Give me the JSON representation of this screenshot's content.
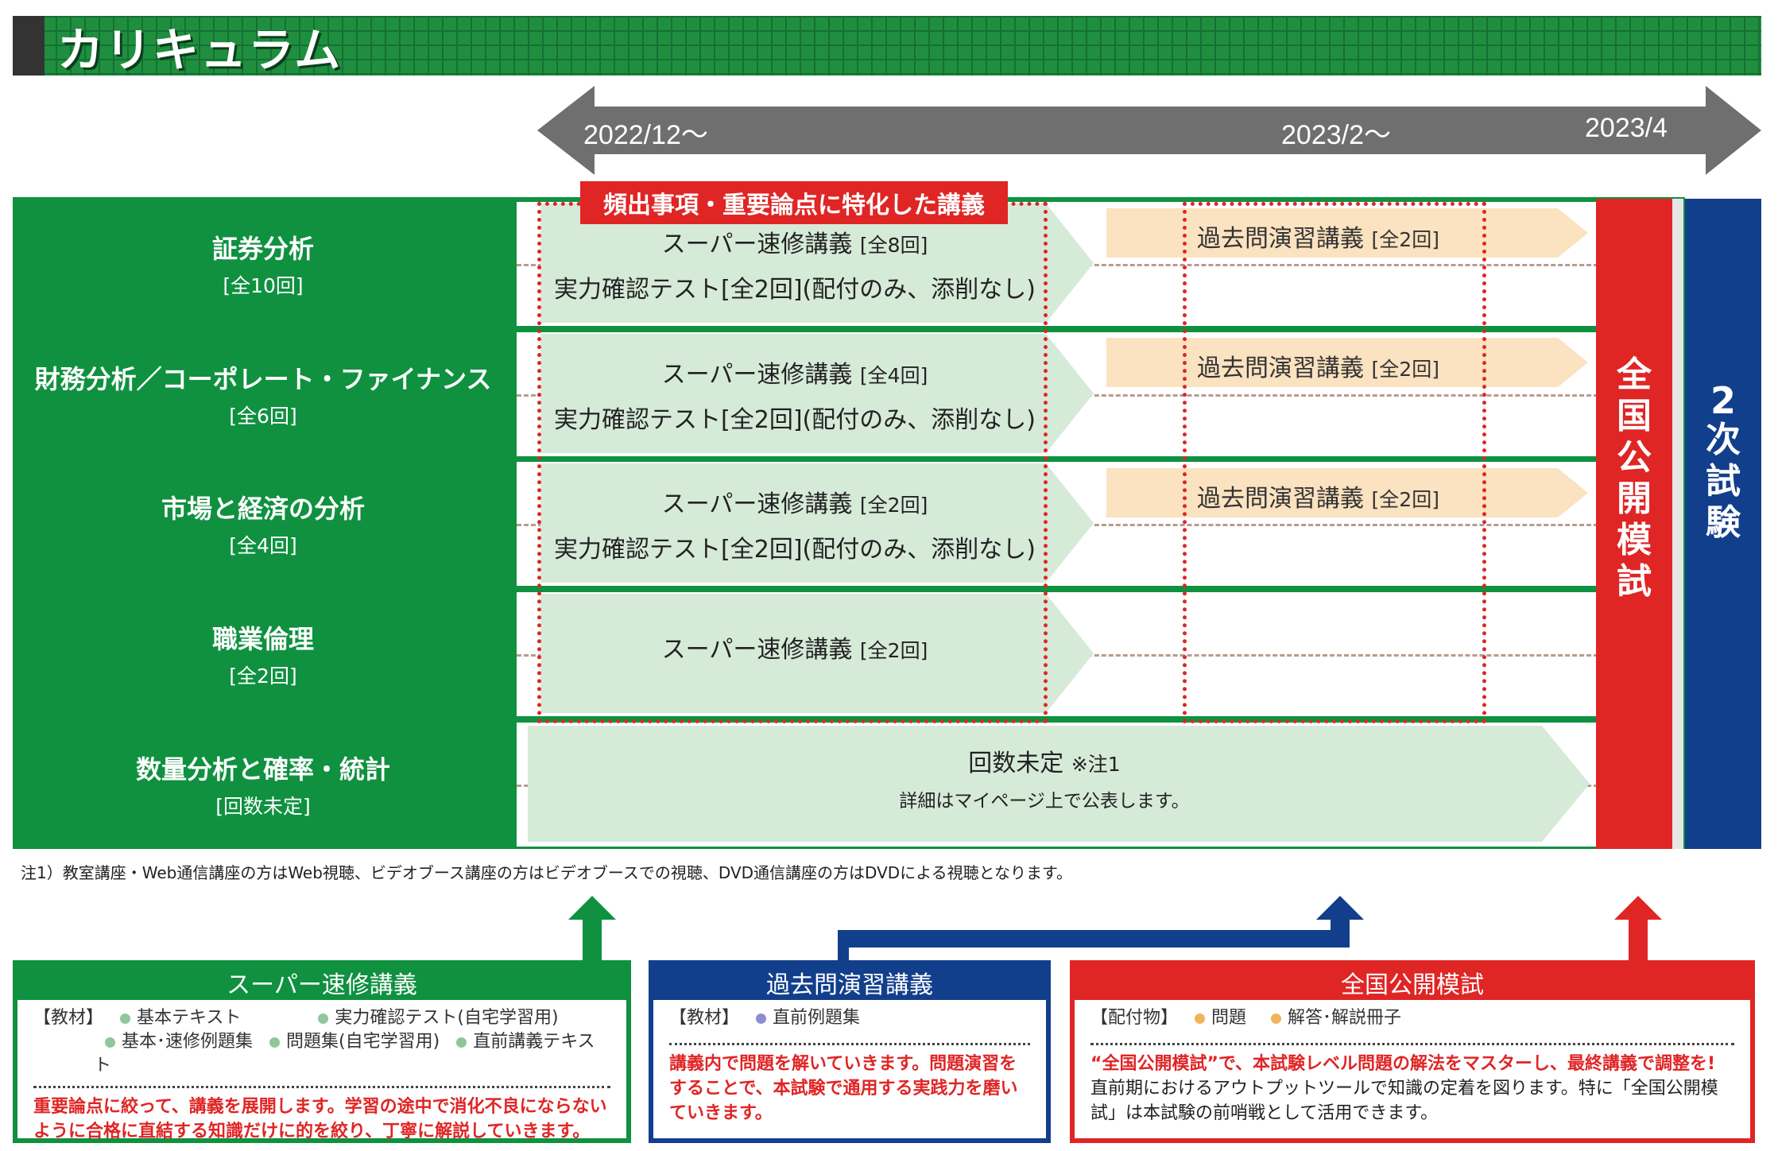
{
  "title": "カリキュラム",
  "timeline": {
    "d1": "2022/12～",
    "d2": "2023/2～",
    "d3": "2023/4"
  },
  "badge": "頻出事項・重要論点に特化した講義",
  "subjects": [
    {
      "name": "証券分析",
      "count": "[全10回]",
      "lecture": "スーパー速修講義",
      "lecture_count": "[全8回]",
      "test": "実力確認テスト[全2回](配付のみ、添削なし)",
      "past": "過去問演習講義",
      "past_count": "[全2回]"
    },
    {
      "name": "財務分析／コーポレート・ファイナンス",
      "count": "[全6回]",
      "lecture": "スーパー速修講義",
      "lecture_count": "[全4回]",
      "test": "実力確認テスト[全2回](配付のみ、添削なし)",
      "past": "過去問演習講義",
      "past_count": "[全2回]"
    },
    {
      "name": "市場と経済の分析",
      "count": "[全4回]",
      "lecture": "スーパー速修講義",
      "lecture_count": "[全2回]",
      "test": "実力確認テスト[全2回](配付のみ、添削なし)",
      "past": "過去問演習講義",
      "past_count": "[全2回]"
    },
    {
      "name": "職業倫理",
      "count": "[全2回]",
      "lecture": "スーパー速修講義",
      "lecture_count": "[全2回]"
    },
    {
      "name": "数量分析と確率・統計",
      "count": "[回数未定]",
      "lecture": "回数未定",
      "lecture_note": "※注1",
      "detail": "詳細はマイページ上で公表します。"
    }
  ],
  "mock_exam": "全国公開模試",
  "final_exam_num": "2",
  "final_exam": "次試験",
  "note": "注1）教室講座・Web通信講座の方はWeb視聴、ビデオブース講座の方はビデオブースでの視聴、DVD通信講座の方はDVDによる視聴となります。",
  "boxes": {
    "speed": {
      "title": "スーパー速修講義",
      "mat_label": "【教材】",
      "mat1": "基本テキスト",
      "mat2": "実力確認テスト(自宅学習用)",
      "mat3": "基本･速修例題集",
      "mat4": "問題集(自宅学習用)",
      "mat5": "直前講義テキスト",
      "desc": "重要論点に絞って、講義を展開します。学習の途中で消化不良にならないように合格に直結する知識だけに的を絞り、丁寧に解説していきます。",
      "color": "#0f9140",
      "dot": "#8fc79a"
    },
    "past": {
      "title": "過去問演習講義",
      "mat_label": "【教材】",
      "mat1": "直前例題集",
      "desc": "講義内で問題を解いていきます。問題演習をすることで、本試験で通用する実践力を磨いていきます。",
      "color": "#123f8c",
      "dot": "#8b8fcf"
    },
    "mock": {
      "title": "全国公開模試",
      "mat_label": "【配付物】",
      "mat1": "問題",
      "mat2": "解答･解説冊子",
      "desc_red": "“全国公開模試”で、本試験レベル問題の解法をマスターし、最終講義で調整を!",
      "desc": "直前期におけるアウトプットツールで知識の定着を図ります。特に「全国公開模試」は本試験の前哨戦として活用できます。",
      "color": "#e02525",
      "dot": "#f3b35a"
    }
  }
}
